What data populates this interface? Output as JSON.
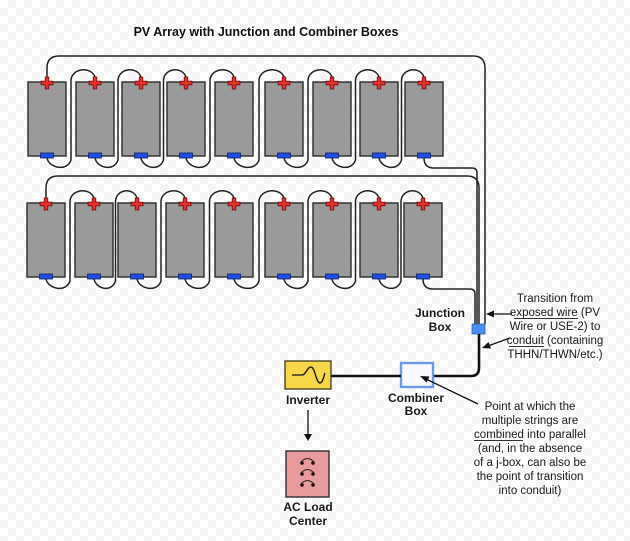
{
  "title": "PV Array with Junction and Combiner Boxes",
  "array": {
    "rows": 2,
    "panels_per_row": 9,
    "panel_color": "#9a9a9a",
    "positive_terminal_color": "#e8312a",
    "negative_terminal_color": "#1f4fe6",
    "positive_icon": "plus-terminal-icon",
    "negative_icon": "minus-terminal-icon"
  },
  "components": {
    "junction_box": {
      "line1": "Junction",
      "line2": "Box",
      "color": "#4b8ef0"
    },
    "combiner_box": {
      "line1": "Combiner",
      "line2": "Box",
      "border_color": "#6a9be8"
    },
    "inverter": {
      "label": "Inverter",
      "color": "#f7d74a",
      "icon": "sine-wave-icon"
    },
    "ac_load_center": {
      "line1": "AC Load",
      "line2": "Center",
      "color": "#e99a9a",
      "icon": "breaker-icon"
    }
  },
  "annotations": {
    "transition": {
      "lines": [
        [
          "",
          "Transition from",
          ""
        ],
        [
          "",
          "exposed wire",
          " (PV"
        ],
        [
          "",
          "Wire or USE-2) to",
          ""
        ],
        [
          "",
          "conduit",
          " (containing"
        ],
        [
          "",
          "THHN/THWN/etc.)",
          ""
        ]
      ],
      "underlined": [
        "exposed wire",
        "conduit"
      ]
    },
    "combined": {
      "lines": [
        "Point at which the",
        "multiple strings are",
        "combined",
        " into parallel",
        "(and, in the absence",
        "of a j-box, can also be",
        "the point of transition",
        "into conduit)"
      ],
      "underlined": [
        "combined"
      ]
    }
  }
}
